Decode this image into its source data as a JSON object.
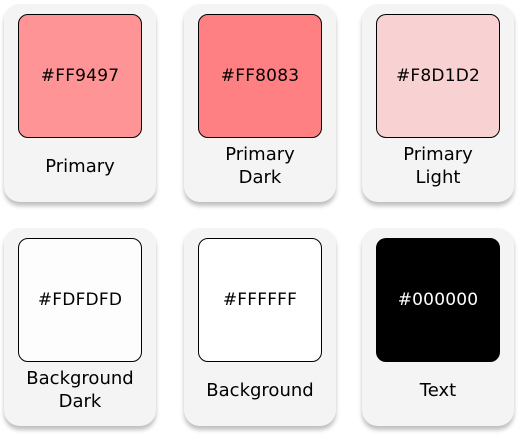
{
  "swatches": [
    {
      "hex_label": "#FF9497",
      "name": "Primary",
      "color": "#FF9497",
      "text_color": "#000000"
    },
    {
      "hex_label": "#FF8083",
      "name": "Primary\nDark",
      "color": "#FF8083",
      "text_color": "#000000"
    },
    {
      "hex_label": "#F8D1D2",
      "name": "Primary\nLight",
      "color": "#F8D1D2",
      "text_color": "#000000"
    },
    {
      "hex_label": "#FDFDFD",
      "name": "Background\nDark",
      "color": "#FDFDFD",
      "text_color": "#000000"
    },
    {
      "hex_label": "#FFFFFF",
      "name": "Background",
      "color": "#FFFFFF",
      "text_color": "#000000"
    },
    {
      "hex_label": "#000000",
      "name": "Text",
      "color": "#000000",
      "text_color": "#FFFFFF"
    }
  ]
}
